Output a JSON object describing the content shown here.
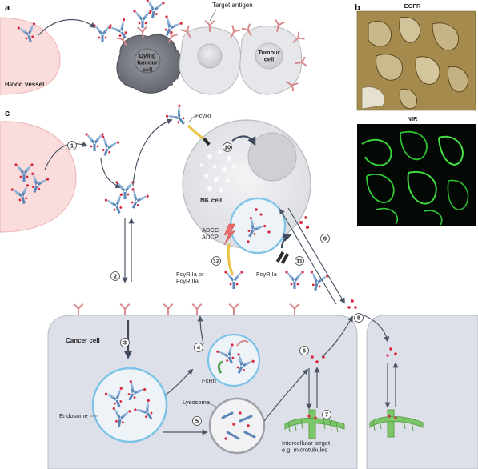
{
  "panels": {
    "a": "a",
    "b": "b",
    "c": "c"
  },
  "labels": {
    "target_antigen": "Target antigen",
    "blood_vessel_a": "Blood vessel",
    "dying_tumour_cell": "Dying\ntumour\ncell",
    "tumour_cell": "Tumour\ncell",
    "egfr": "EGFR",
    "nir": "NIR",
    "fcyri": "FcγRI",
    "nk_cell": "NK cell",
    "adcc_adcp": "ADCC\nADCP",
    "fcyriia_or_fcyriiia": "FcγRIIa or\nFcγRIIIa",
    "fcyriia": "FcγRIIa",
    "cancer_cell": "Cancer cell",
    "fcrn": "FcRn",
    "endosome": "Endosome",
    "lysosome": "Lysosome",
    "intercellular_target": "Intercellular target\ne.g. microtubules"
  },
  "steps": [
    "1",
    "2",
    "3",
    "4",
    "5",
    "6",
    "7",
    "8",
    "9",
    "10",
    "11",
    "12"
  ],
  "colors": {
    "antibody": "#5a86b8",
    "antibody_light": "#8fb4d8",
    "payload": "#d7263d",
    "receptor": "#d98a8c",
    "blood": "#fbdcdc",
    "cell": "#e6e7ea",
    "cancer_cell": "#dde0e8",
    "fcgamma": "#e8c44a",
    "fcrn": "#5aa35a",
    "microtubule": "#7ec66a",
    "vesicle": "#7cc3e8"
  }
}
